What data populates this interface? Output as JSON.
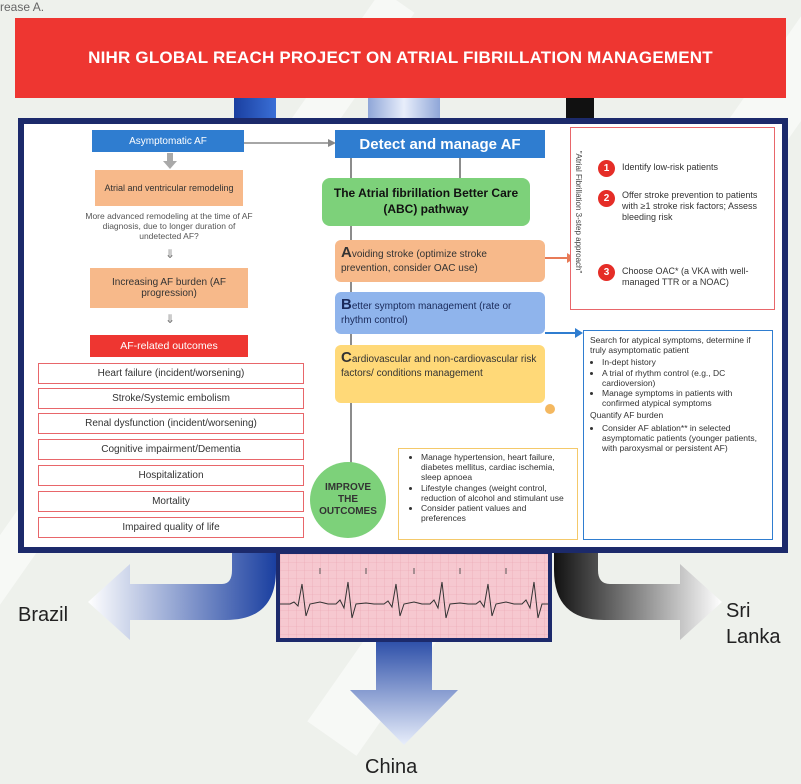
{
  "top_caption": "rease A.",
  "header": {
    "title": "NIHR GLOBAL REACH PROJECT ON ATRIAL FIBRILLATION MANAGEMENT"
  },
  "left": {
    "asymptomatic": "Asymptomatic AF",
    "remodeling": "Atrial and ventricular remodeling",
    "remodeling_note": "More advanced remodeling at the time of AF diagnosis, due to longer duration of undetected AF?",
    "burden": "Increasing AF burden (AF progression)",
    "outcomes_header": "AF-related outcomes",
    "outcomes": [
      "Heart failure (incident/worsening)",
      "Stroke/Systemic embolism",
      "Renal dysfunction (incident/worsening)",
      "Cognitive impairment/Dementia",
      "Hospitalization",
      "Mortality",
      "Impaired quality of life"
    ]
  },
  "center": {
    "detect": "Detect and manage AF",
    "abc_title": "The Atrial fibrillation Better Care (ABC) pathway",
    "a_letter": "A",
    "a_text": "voiding stroke (optimize stroke prevention, consider OAC use)",
    "b_letter": "B",
    "b_text": "etter symptom management (rate or rhythm control)",
    "c_letter": "C",
    "c_text": "ardiovascular and non-cardiovascular risk factors/ conditions management",
    "improve": "IMPROVE THE OUTCOMES"
  },
  "c_details": [
    "Manage hypertension, heart failure, diabetes mellitus, cardiac ischemia, sleep apnoea",
    "Lifestyle changes (weight control, reduction of alcohol and stimulant use",
    "Consider patient values and preferences"
  ],
  "right": {
    "vertical_label": "\"Atrial Fibrillation 3-step approach\"",
    "steps": [
      {
        "num": "1",
        "text": "Identify low-risk patients"
      },
      {
        "num": "2",
        "text": "Offer stroke prevention to patients with ≥1 stroke risk factors; Assess bleeding risk"
      },
      {
        "num": "3",
        "text": "Choose OAC* (a VKA with well-managed TTR or a NOAC)"
      }
    ],
    "b_details_intro": "Search for atypical symptoms, determine if truly asymptomatic patient",
    "b_details_bullets_1": [
      "In-dept history",
      "A trial of rhythm control (e.g., DC cardioversion)",
      "Manage symptoms in patients with confirmed atypical symptoms"
    ],
    "b_details_mid": "Quantify AF burden",
    "b_details_bullets_2": [
      "Consider AF ablation** in selected asymptomatic patients (younger patients, with paroxysmal or persistent AF)"
    ]
  },
  "countries": {
    "left": "Brazil",
    "bottom": "China",
    "right_1": "Sri",
    "right_2": "Lanka"
  },
  "colors": {
    "header_red": "#ee3631",
    "frame_navy": "#1c2a6b",
    "green": "#7dd17a",
    "blue": "#2f7dd0",
    "orange": "#f7b98a",
    "yellow": "#ffd978"
  }
}
